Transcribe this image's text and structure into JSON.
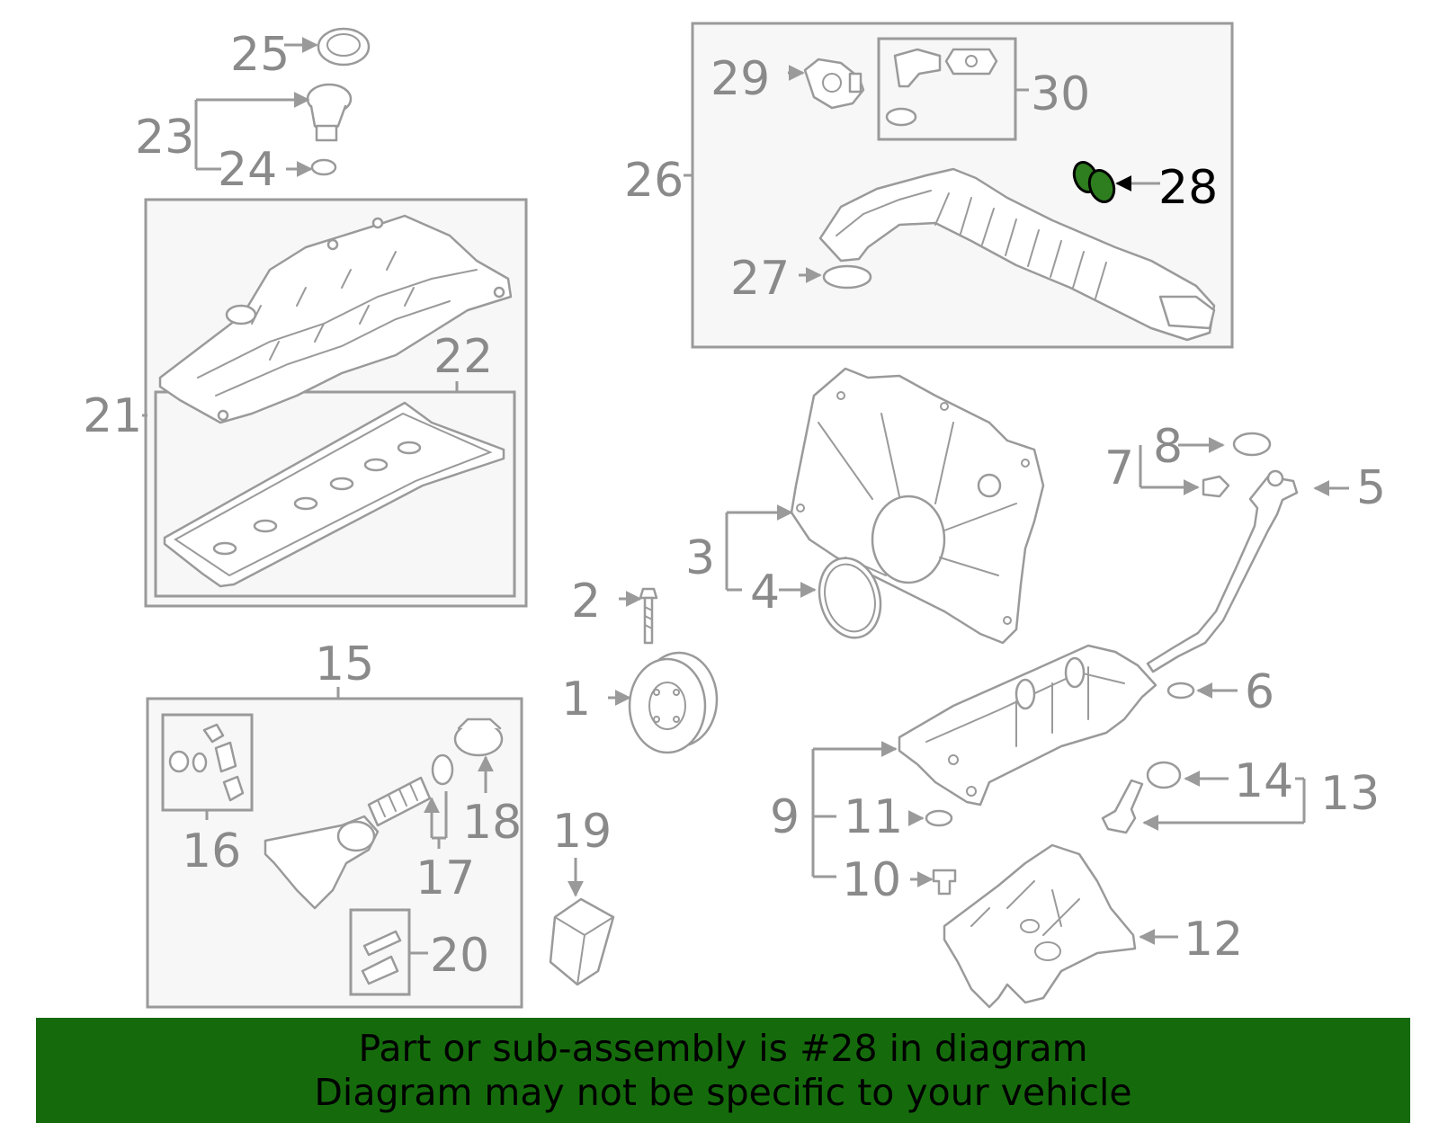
{
  "labels": {
    "l1": "1",
    "l2": "2",
    "l3": "3",
    "l4": "4",
    "l5": "5",
    "l6": "6",
    "l7": "7",
    "l8": "8",
    "l9": "9",
    "l10": "10",
    "l11": "11",
    "l12": "12",
    "l13": "13",
    "l14": "14",
    "l15": "15",
    "l16": "16",
    "l17": "17",
    "l18": "18",
    "l19": "19",
    "l20": "20",
    "l21": "21",
    "l22": "22",
    "l23": "23",
    "l24": "24",
    "l25": "25",
    "l26": "26",
    "l27": "27",
    "l28": "28",
    "l29": "29",
    "l30": "30"
  },
  "highlight": {
    "part": "28",
    "color": "#2e7d1f"
  },
  "banner": {
    "line1": "Part or sub-assembly is #28 in diagram",
    "line2": "Diagram may not be specific to your vehicle",
    "background": "#156b0c"
  }
}
